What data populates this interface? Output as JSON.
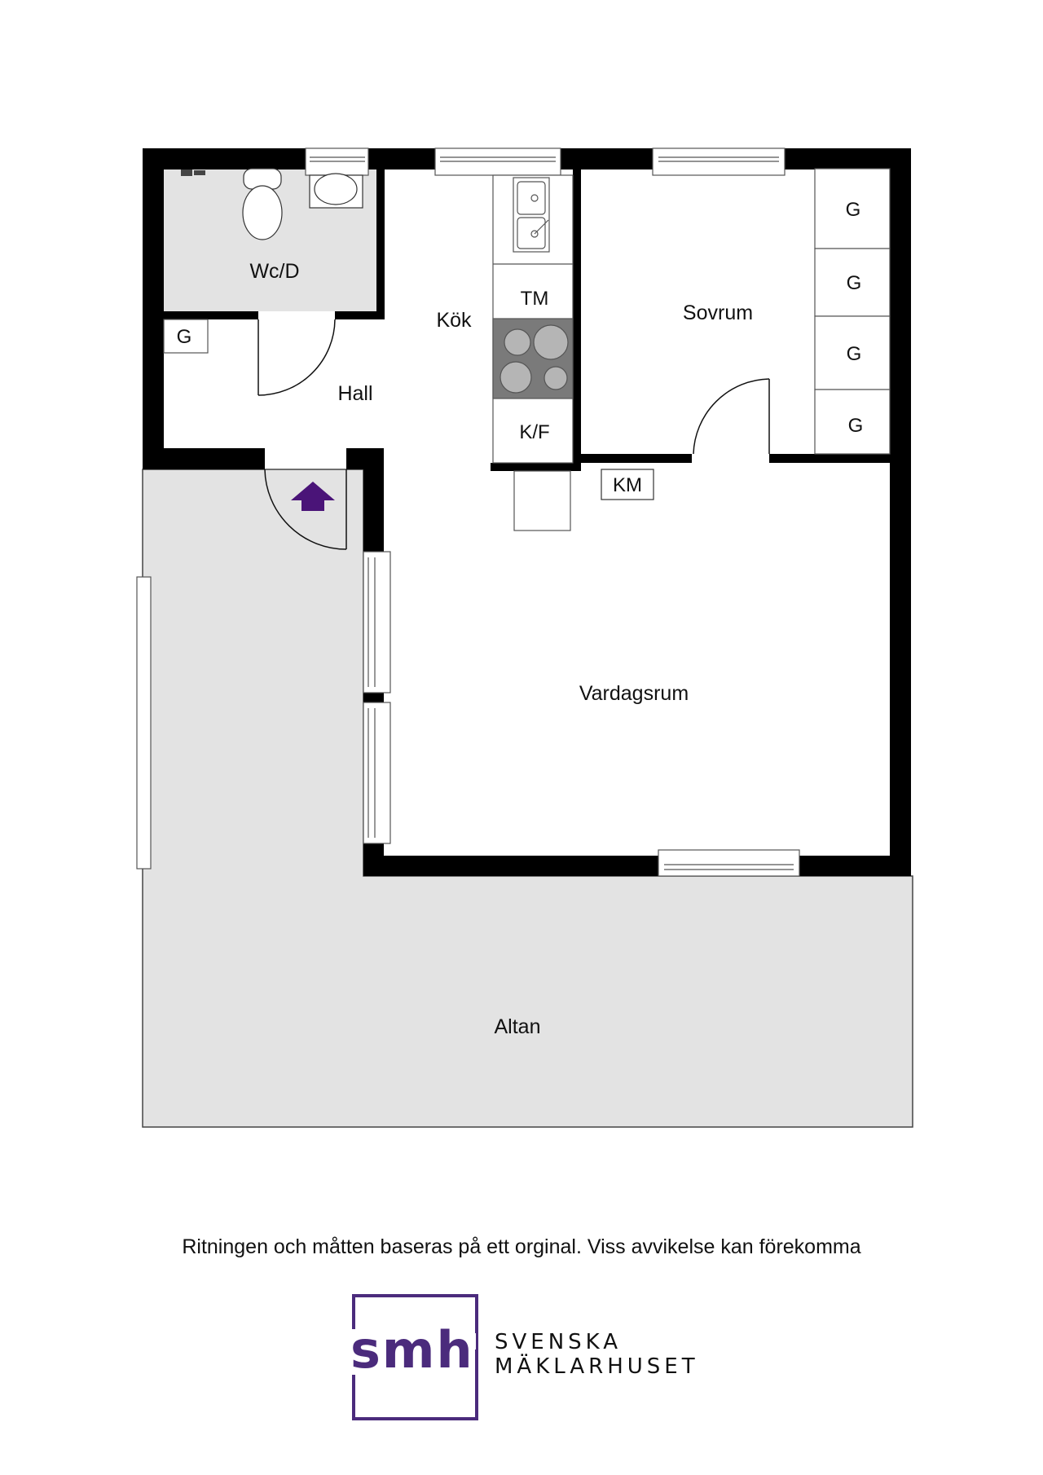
{
  "floorplan": {
    "rooms": {
      "wc": "Wc/D",
      "kitchen": "Kök",
      "hall": "Hall",
      "bedroom": "Sovrum",
      "living_room": "Vardagsrum",
      "terrace": "Altan"
    },
    "fixtures": {
      "hall_wardrobe": "G",
      "dishwasher": "TM",
      "fridge_freezer": "K/F",
      "washing_machine": "KM",
      "bedroom_wardrobes": [
        "G",
        "G",
        "G",
        "G"
      ]
    },
    "entrance_arrow_color": "#4a1478",
    "wall_color": "#000000",
    "wet_area_color": "#e3e3e3"
  },
  "footer": {
    "disclaimer": "Ritningen och måtten baseras på ett orginal. Viss avvikelse kan förekomma"
  },
  "logo": {
    "mark": "smh",
    "line1": "SVENSKA",
    "line2": "MÄKLARHUSET",
    "color": "#4b2b7c"
  }
}
